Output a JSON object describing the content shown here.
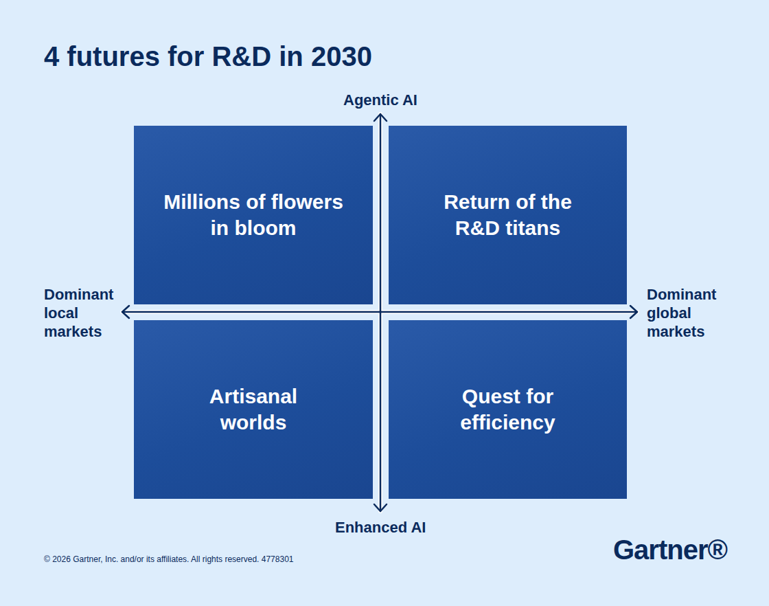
{
  "diagram": {
    "title": "4 futures for R&D in 2030",
    "nodes": [
      {
        "text": [
          "Millions of flowers in bloom"
        ]
      },
      {
        "text": [
          "Return of the R&D titans"
        ]
      },
      {
        "text": [
          "Artisanal worlds"
        ]
      },
      {
        "text": [
          "Quest for efficiency"
        ]
      }
    ],
    "labels": [
      "Agentic AI",
      "Dominant local markets",
      "Dominant global markets",
      "Enhanced AI",
      "© 2026 Gartner, Inc. and/or its affiliates. All rights reserved. 4778301",
      "Gartner®"
    ]
  }
}
